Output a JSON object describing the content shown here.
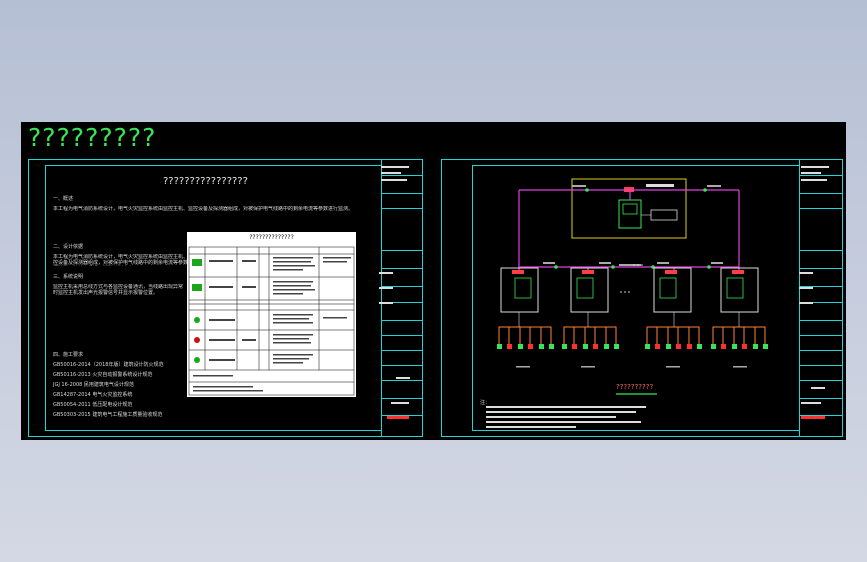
{
  "header": {
    "title": "?????????"
  },
  "left_sheet": {
    "heading": "????????????????",
    "table_title": "??????????????",
    "sections": [
      "一、概述",
      "二、设计依据",
      "三、系统说明",
      "四、施工要求"
    ],
    "body_lines": [
      "本工程为电气消防系统设计，电气火灾监控系统由监控主机、监控设备及探测器组成，对被保护电气线路中的剩余电流等参数进行监测。",
      "本工程为电气消防系统设计，电气火灾监控系统由监控主机、监控设备及探测器组成，对被保护电气线路中的剩余电流等参数进行监测，监控主机设于消防控制室内。",
      "监控主机采用总线方式与各监控设备通讯，当线路出现异常时监控主机发出声光报警信号并显示报警位置。"
    ],
    "standards": [
      "GB50016-2014（2018年版）建筑设计防火规范",
      "GB50116-2013 火灾自动报警系统设计规范",
      "JGJ 16-2008 民用建筑电气设计规范",
      "GB14287-2014 电气火灾监控系统",
      "GB50054-2011 低压配电设计规范",
      "GB50303-2015 建筑电气工程施工质量验收规范"
    ]
  },
  "right_sheet": {
    "caption": "??????????",
    "notes_heading": "注："
  },
  "colors": {
    "frame": "#1fd4d4",
    "bus": "#e040e0",
    "accent_green": "#37e657",
    "device": "#ff4040",
    "title_block_red": "#ff3030"
  }
}
